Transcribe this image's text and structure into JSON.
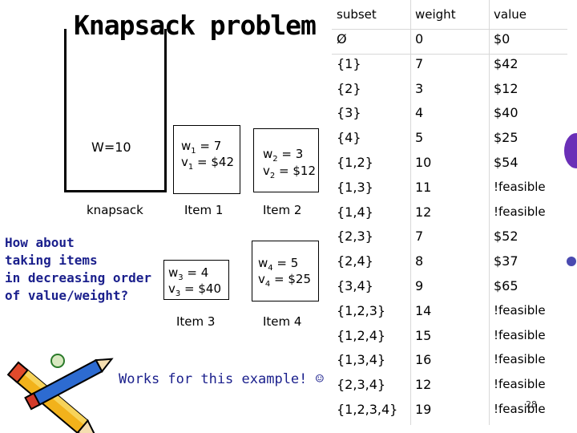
{
  "title": "Knapsack problem",
  "knapsack": {
    "capacity_label": "W=10",
    "label": "knapsack"
  },
  "items": [
    {
      "w_prefix": "w",
      "w_sub": "1",
      "w_val": " = 7",
      "v_prefix": "v",
      "v_sub": "1",
      "v_val": " = $42",
      "label": "Item 1"
    },
    {
      "w_prefix": "w",
      "w_sub": "2",
      "w_val": " = 3",
      "v_prefix": "v",
      "v_sub": "2",
      "v_val": " = $12",
      "label": "Item 2"
    },
    {
      "w_prefix": "w",
      "w_sub": "3",
      "w_val": " = 4",
      "v_prefix": "v",
      "v_sub": "3",
      "v_val": " = $40",
      "label": "Item 3"
    },
    {
      "w_prefix": "w",
      "w_sub": "4",
      "w_val": " = 5",
      "v_prefix": "v",
      "v_sub": "4",
      "v_val": " = $25",
      "label": "Item 4"
    }
  ],
  "question": "How about\ntaking items\nin decreasing order\nof value/weight?",
  "works_note": "Works for this example! ☺",
  "table": {
    "headers": [
      "subset",
      "weight",
      "value"
    ],
    "rows": [
      [
        "Ø",
        "0",
        "$0"
      ],
      [
        "{1}",
        "7",
        "$42"
      ],
      [
        "{2}",
        "3",
        "$12"
      ],
      [
        "{3}",
        "4",
        "$40"
      ],
      [
        "{4}",
        "5",
        "$25"
      ],
      [
        "{1,2}",
        "10",
        "$54"
      ],
      [
        "{1,3}",
        "11",
        "!feasible"
      ],
      [
        "{1,4}",
        "12",
        "!feasible"
      ],
      [
        "{2,3}",
        "7",
        "$52"
      ],
      [
        "{2,4}",
        "8",
        "$37"
      ],
      [
        "{3,4}",
        "9",
        "$65"
      ],
      [
        "{1,2,3}",
        "14",
        "!feasible"
      ],
      [
        "{1,2,4}",
        "15",
        "!feasible"
      ],
      [
        "{1,3,4}",
        "16",
        "!feasible"
      ],
      [
        "{2,3,4}",
        "12",
        "!feasible"
      ],
      [
        "{1,2,3,4}",
        "19",
        "!feasible"
      ]
    ]
  },
  "page_number": "28"
}
